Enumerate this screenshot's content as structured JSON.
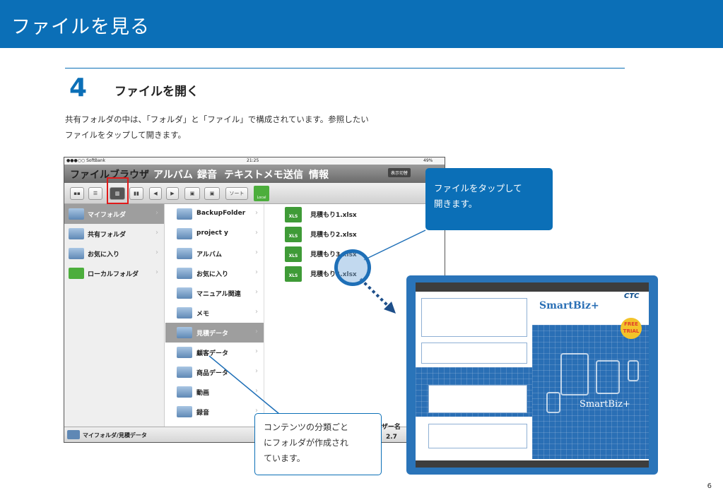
{
  "header": {
    "title": "ファイルを見る"
  },
  "step": {
    "number": "4",
    "title": "ファイルを開く",
    "desc_line1": "共有フォルダの中は、「フォルダ」と「ファイル」で構成されています。参照したい",
    "desc_line2": "ファイルをタップして開きます。"
  },
  "tablet": {
    "status": {
      "carrier": "●●●○○ SoftBank",
      "time": "21:25",
      "battery": "49%"
    },
    "menu": [
      "ファイルブラウザ",
      "アルバム",
      "録音",
      "テキストメモ",
      "送信",
      "情報"
    ],
    "display_switch": "表示切替",
    "toolbar": {
      "sort": "ソート",
      "local": "Local"
    },
    "col1": [
      "マイフォルダ",
      "共有フォルダ",
      "お気に入り",
      "ローカルフォルダ"
    ],
    "col2": [
      "BackupFolder",
      "project y",
      "アルバム",
      "お気に入り",
      "マニュアル関連",
      "メモ",
      "見積データ",
      "顧客データ",
      "商品データ",
      "動画",
      "録音"
    ],
    "col3": [
      "見積もり1.xlsx",
      "見積もり2.xlsx",
      "見積もり3.xlsx",
      "見積もり4.xlsx"
    ],
    "xls_label": "XLS",
    "path": "マイフォルダ/見積データ",
    "user_label": "ユーザー名",
    "version": "2.7"
  },
  "callouts": {
    "tap_line1": "ファイルをタップして",
    "tap_line2": "開きます。",
    "folder_line1": "コンテンツの分類ごと",
    "folder_line2": "にフォルダが作成され",
    "folder_line3": "ています。"
  },
  "preview": {
    "brand": "SmartBiz+",
    "brand_big": "SmartBiz+",
    "free": "FREE TRIAL",
    "ctc": "CTC"
  },
  "page_number": "6"
}
